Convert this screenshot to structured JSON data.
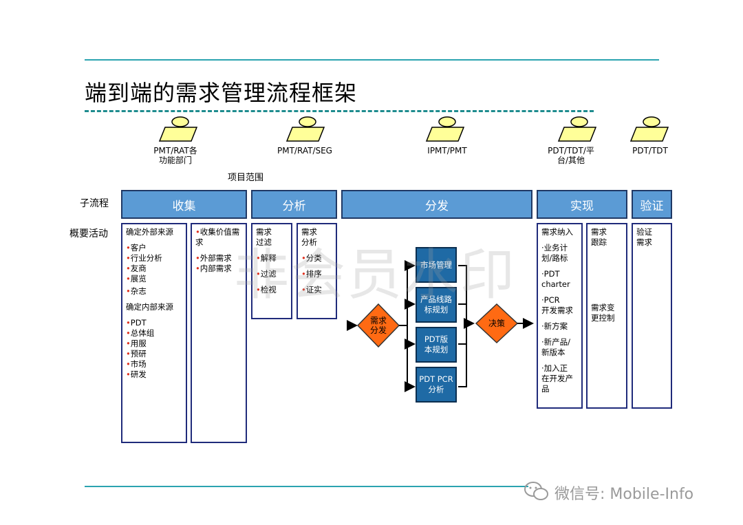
{
  "title": "端到端的需求管理流程框架",
  "roles": [
    "PMT/RAT各\n功能部门",
    "PMT/RAT/SEG",
    "IPMT/PMT",
    "PDT/TDT/平\n台/其他",
    "PDT/TDT"
  ],
  "scope_label": "项目范围",
  "row_labels": {
    "subprocess": "子流程",
    "activities": "概要活动"
  },
  "phases": [
    "收集",
    "分析",
    "分发",
    "实现",
    "验证"
  ],
  "collect": {
    "box1": {
      "head_external": "确定外部来源",
      "external": [
        "客户",
        "行业分析",
        "友商",
        "展览",
        "杂志"
      ],
      "head_internal": "确定内部来源",
      "internal": [
        "PDT",
        "总体组",
        "用服",
        "预研",
        "市场",
        "研发"
      ]
    },
    "box2": {
      "items": [
        "收集价值需求",
        "外部需求",
        "内部需求"
      ]
    }
  },
  "analyze": {
    "box1": {
      "head": "需求\n过滤",
      "items": [
        "解释",
        "过滤",
        "检视"
      ]
    },
    "box2": {
      "head": "需求\n分析",
      "items": [
        "分类",
        "排序",
        "证实"
      ]
    }
  },
  "distribute": {
    "diamond_in": "需求\n分发",
    "diamond_out": "决策",
    "stack": [
      "市场管理",
      "产品线路\n标规划",
      "PDT版\n本规划",
      "PDT PCR\n分析"
    ]
  },
  "implement": {
    "box1": {
      "head": "需求纳入",
      "items": [
        "业务计\n划/路标",
        "PDT\ncharter",
        "PCR",
        "开发需求",
        "新方案",
        "新产品/\n新版本",
        "加入正\n在开发产\n品"
      ]
    },
    "box2": {
      "head": "需求\n跟踪",
      "sub": "需求变\n更控制"
    }
  },
  "verify": {
    "box1": {
      "head": "验证\n需求"
    }
  },
  "watermark": "非会员水印",
  "footer_wechat": "微信号: Mobile-Info",
  "colors": {
    "phase": "#5b9bd5",
    "dark_box": "#1f6aa5",
    "diamond": "#ff6a13",
    "rule": "#2aa3b0",
    "person": "#ffff99"
  }
}
